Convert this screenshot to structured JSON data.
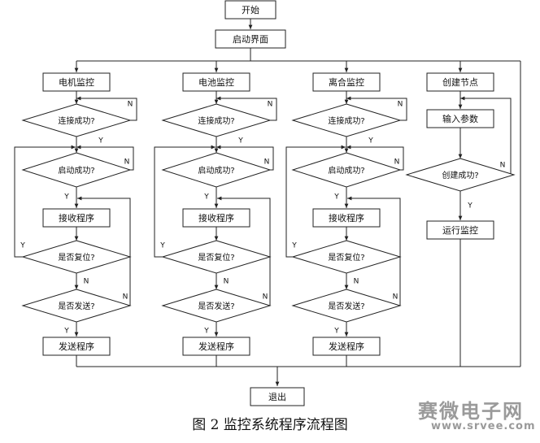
{
  "flowchart": {
    "start": "开始",
    "startup_ui": "启动界面",
    "exit": "退出",
    "columns": [
      {
        "id": "motor",
        "title": "电机监控",
        "steps": {
          "connect_ok": "连接成功?",
          "start_ok": "启动成功?",
          "receive": "接收程序",
          "reset": "是否复位?",
          "send_q": "是否发送?",
          "send": "发送程序"
        }
      },
      {
        "id": "battery",
        "title": "电池监控",
        "steps": {
          "connect_ok": "连接成功?",
          "start_ok": "启动成功?",
          "receive": "接收程序",
          "reset": "是否复位?",
          "send_q": "是否发送?",
          "send": "发送程序"
        }
      },
      {
        "id": "clutch",
        "title": "离合监控",
        "steps": {
          "connect_ok": "连接成功?",
          "start_ok": "启动成功?",
          "receive": "接收程序",
          "reset": "是否复位?",
          "send_q": "是否发送?",
          "send": "发送程序"
        }
      }
    ],
    "node_column": {
      "create": "创建节点",
      "input": "输入参数",
      "create_ok": "创建成功?",
      "run": "运行监控"
    },
    "yes": "Y",
    "no": "N"
  },
  "caption": "图 2 监控系统程序流程图",
  "watermark": {
    "title": "赛微电子网",
    "url": "www.srvee.com"
  }
}
